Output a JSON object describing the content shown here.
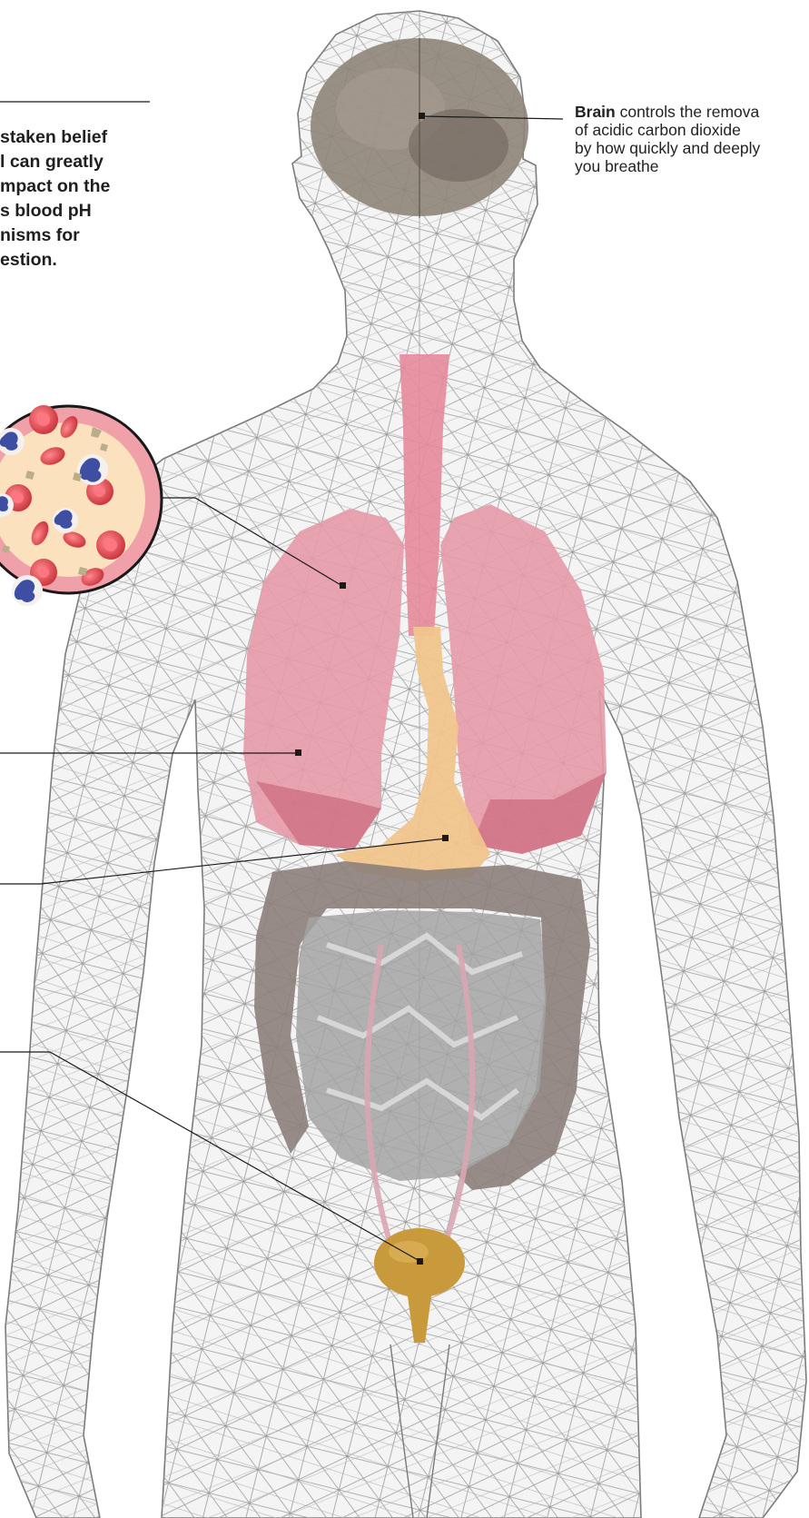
{
  "intro_text": {
    "lines": [
      "staken belief",
      "l can greatly",
      "mpact on the",
      "s blood pH",
      "nisms for",
      "estion."
    ]
  },
  "brain_callout": {
    "label": "Brain",
    "line1_rest": " controls the remova",
    "line2": "of acidic carbon dioxide",
    "line3": "by how quickly and deeply",
    "line4": "you breathe"
  },
  "colors": {
    "outline": "#8c8c8c",
    "lung": "#e79aa8",
    "stomach": "#f0c48c",
    "brain": "#8f8579",
    "intestine_gray": "#a3a3a3",
    "colon": "#8c807a",
    "bladder": "#c99a3c",
    "blood_ring": "#f0a0a8",
    "plasma": "#fbe1bd",
    "red_cell": "#d8353d",
    "white_cell": "#3e4fa3"
  }
}
